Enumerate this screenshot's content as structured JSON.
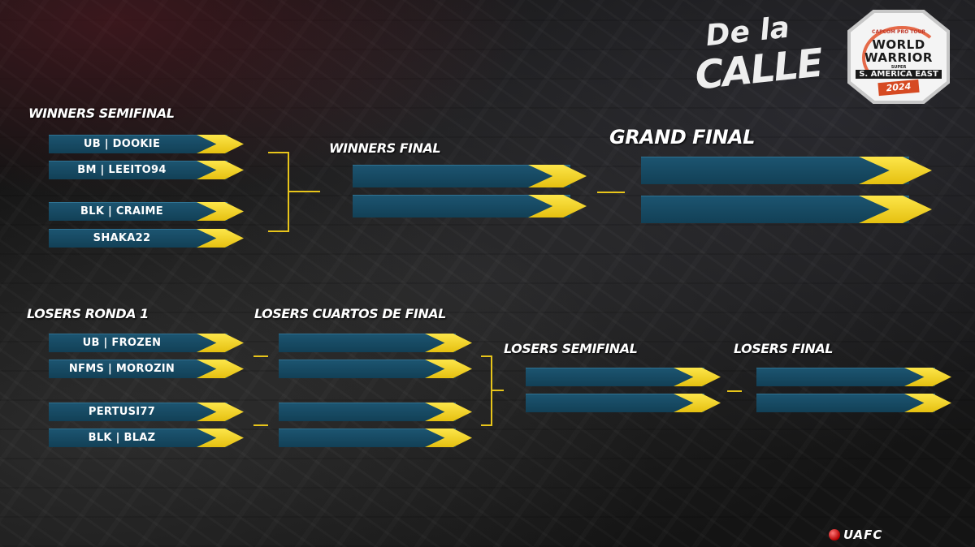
{
  "event_logo": {
    "line1": "De la",
    "line2": "CALLE"
  },
  "series_badge": {
    "top": "CAPCOM PRO TOUR",
    "line1": "WORLD",
    "line2": "WARRIOR",
    "line3": "SUPER",
    "line4": "S. AMERICA EAST",
    "year": "2024"
  },
  "headings": {
    "winners_semifinal": "WINNERS SEMIFINAL",
    "winners_final": "WINNERS FINAL",
    "grand_final": "GRAND FINAL",
    "losers_round1": "LOSERS RONDA 1",
    "losers_quarters": "LOSERS CUARTOS DE FINAL",
    "losers_semifinal": "LOSERS SEMIFINAL",
    "losers_final": "LOSERS FINAL"
  },
  "winners_semifinal": [
    "UB | DOOKIE",
    "BM | LEEITO94",
    "BLK | CRAIME",
    "SHAKA22"
  ],
  "winners_final": [
    "",
    ""
  ],
  "grand_final": [
    "",
    ""
  ],
  "losers_round1": [
    "UB | FROZEN",
    "NFMS | MOROZIN",
    "PERTUSI77",
    "BLK | BLAZ"
  ],
  "losers_quarters": [
    "",
    "",
    "",
    ""
  ],
  "losers_semifinal": [
    "",
    ""
  ],
  "losers_final": [
    "",
    ""
  ],
  "organizer_logo": {
    "text": "UAFC",
    "icon": "red-ball-icon"
  },
  "colors": {
    "slot": "#124056",
    "chevron": "#f2d21e",
    "heading": "#ffffff",
    "connector": "#e8c51a"
  }
}
